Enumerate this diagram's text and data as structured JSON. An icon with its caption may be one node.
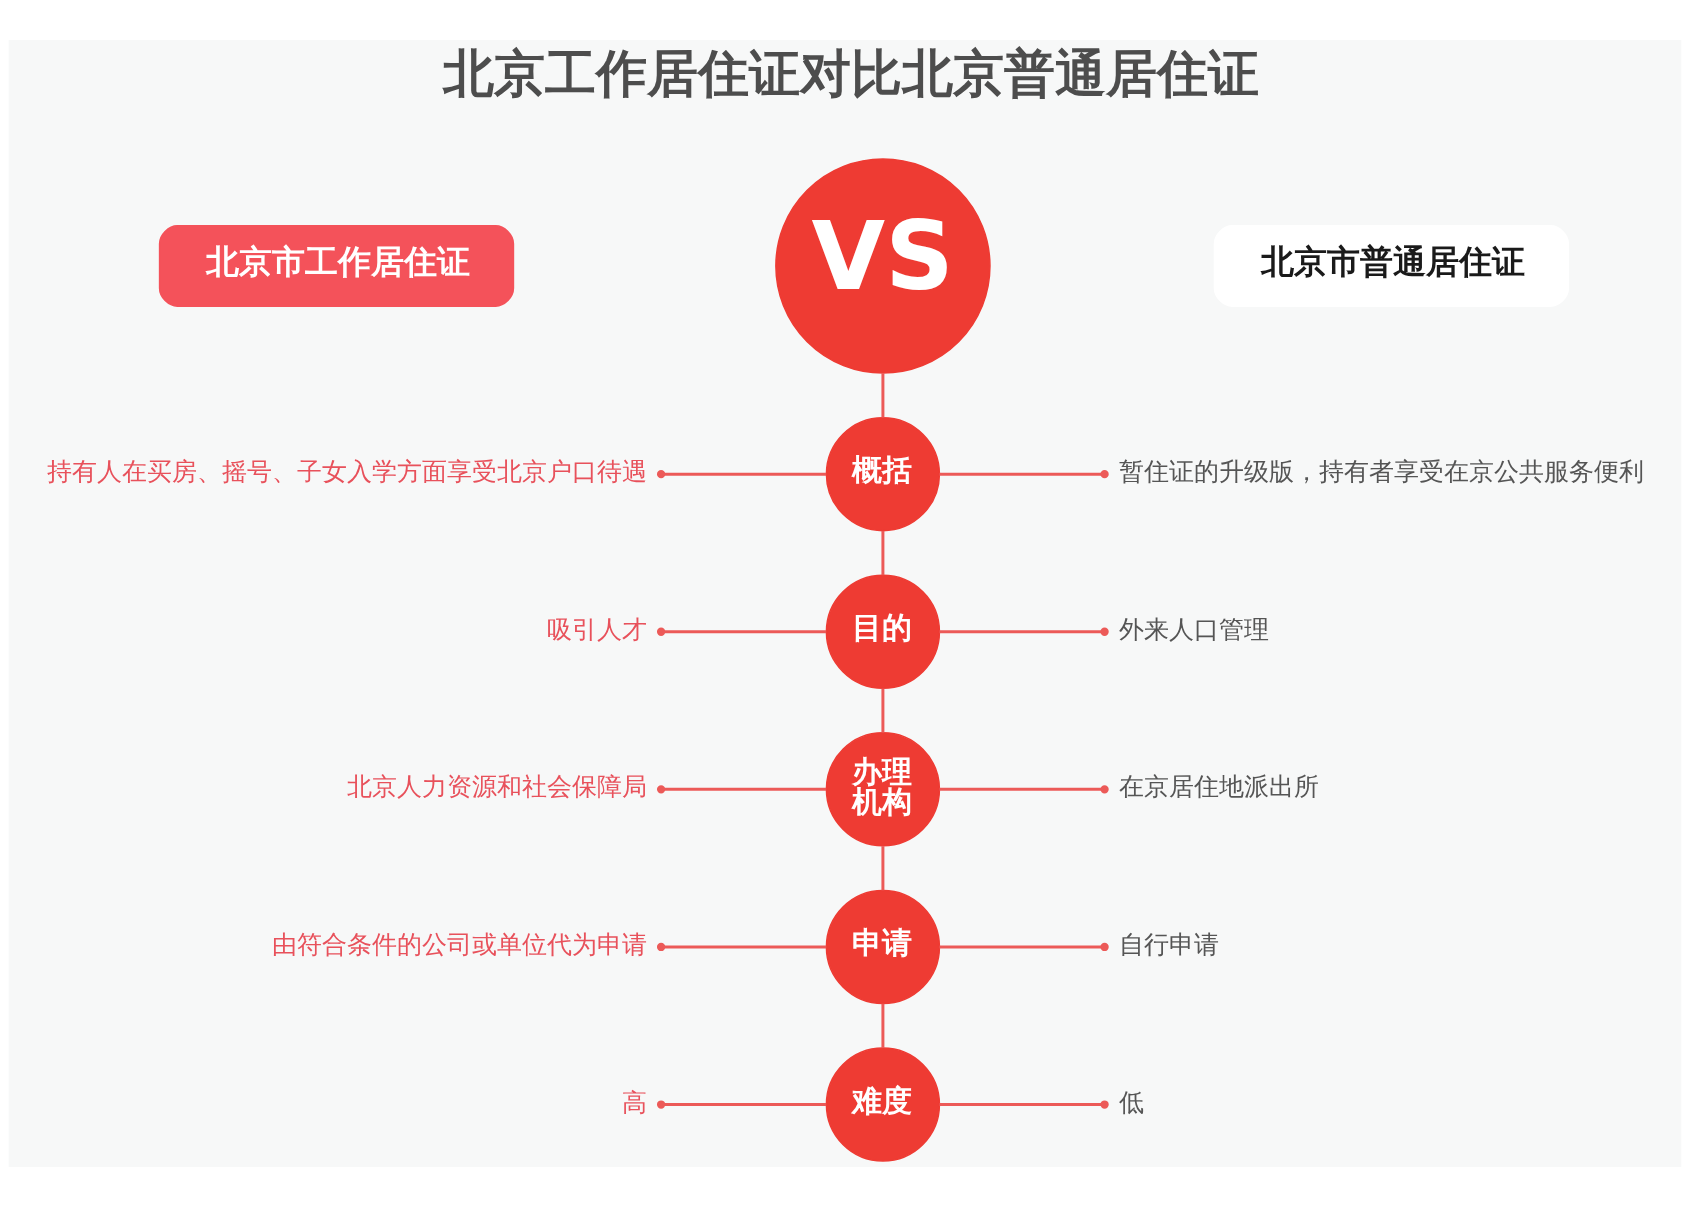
{
  "diagram": {
    "title": "北京工作居住证对比北京普通居住证",
    "nodes": [
      {
        "text": [
          "北京市工作居住证"
        ]
      },
      {
        "text": [
          "VS"
        ]
      },
      {
        "text": [
          "北京市普通居住证"
        ]
      },
      {
        "text": [
          "持有人在买房、摇号、子女入学方面享受北京户口待遇"
        ]
      },
      {
        "text": [
          "概括"
        ]
      },
      {
        "text": [
          "暂住证的升级版，持有者享受在京公共服务便利"
        ]
      },
      {
        "text": [
          "吸引人才"
        ]
      },
      {
        "text": [
          "目的"
        ]
      },
      {
        "text": [
          "外来人口管理"
        ]
      },
      {
        "text": [
          "北京人力资源和社会保障局"
        ]
      },
      {
        "text": [
          "办理机构"
        ]
      },
      {
        "text": [
          "在京居住地派出所"
        ]
      },
      {
        "text": [
          "由符合条件的公司或单位代为申请"
        ]
      },
      {
        "text": [
          "申请"
        ]
      },
      {
        "text": [
          "自行申请"
        ]
      },
      {
        "text": [
          "高"
        ]
      },
      {
        "text": [
          "难度"
        ]
      },
      {
        "text": [
          "低"
        ]
      }
    ],
    "edges": [
      {
        "from": 1,
        "to": 4,
        "arrow": "none"
      },
      {
        "from": 4,
        "to": 3,
        "arrow": "other"
      },
      {
        "from": 4,
        "to": 5,
        "arrow": "other"
      },
      {
        "from": 4,
        "to": 7,
        "arrow": "none"
      },
      {
        "from": 7,
        "to": 6,
        "arrow": "other"
      },
      {
        "from": 7,
        "to": 8,
        "arrow": "other"
      },
      {
        "from": 7,
        "to": 10,
        "arrow": "none"
      },
      {
        "from": 10,
        "to": 9,
        "arrow": "other"
      },
      {
        "from": 10,
        "to": 11,
        "arrow": "other"
      },
      {
        "from": 10,
        "to": 13,
        "arrow": "none"
      },
      {
        "from": 13,
        "to": 12,
        "arrow": "other"
      },
      {
        "from": 13,
        "to": 14,
        "arrow": "other"
      },
      {
        "from": 13,
        "to": 16,
        "arrow": "none"
      },
      {
        "from": 16,
        "to": 15,
        "arrow": "other"
      },
      {
        "from": 16,
        "to": 17,
        "arrow": "other"
      }
    ]
  }
}
